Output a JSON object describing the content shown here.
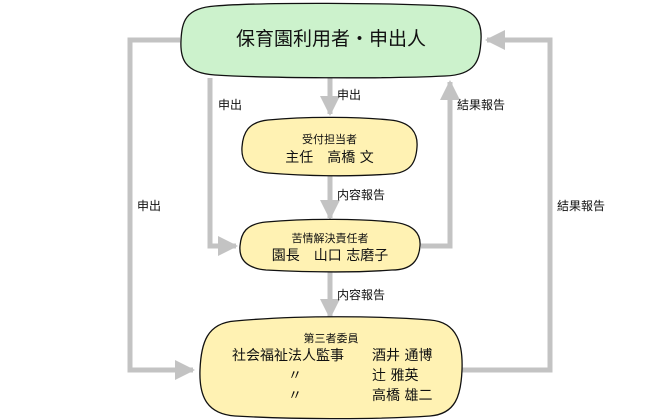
{
  "nodes": {
    "users": {
      "title": "保育園利用者・申出人"
    },
    "reception": {
      "role": "受付担当者",
      "person": "主任　高橋 文"
    },
    "resolver": {
      "role": "苦情解決責任者",
      "person": "園長　山口 志磨子"
    },
    "third_party": {
      "role": "第三者委員",
      "rows": [
        {
          "org": "社会福祉法人監事",
          "name": "酒井 通博"
        },
        {
          "org": "〃",
          "name": "辻 雅英"
        },
        {
          "org": "〃",
          "name": "高橋 雄二"
        }
      ]
    }
  },
  "arrows": {
    "users_to_reception": "申出",
    "users_to_resolver": "申出",
    "users_to_third_party": "申出",
    "reception_to_resolver": "内容報告",
    "resolver_to_third_party": "内容報告",
    "resolver_to_users": "結果報告",
    "third_party_to_users": "結果報告"
  },
  "colors": {
    "users_fill": "#ccf2cc",
    "person_fill": "#fff2b3",
    "outline": "#111111",
    "arrow": "#c3c3c3"
  }
}
